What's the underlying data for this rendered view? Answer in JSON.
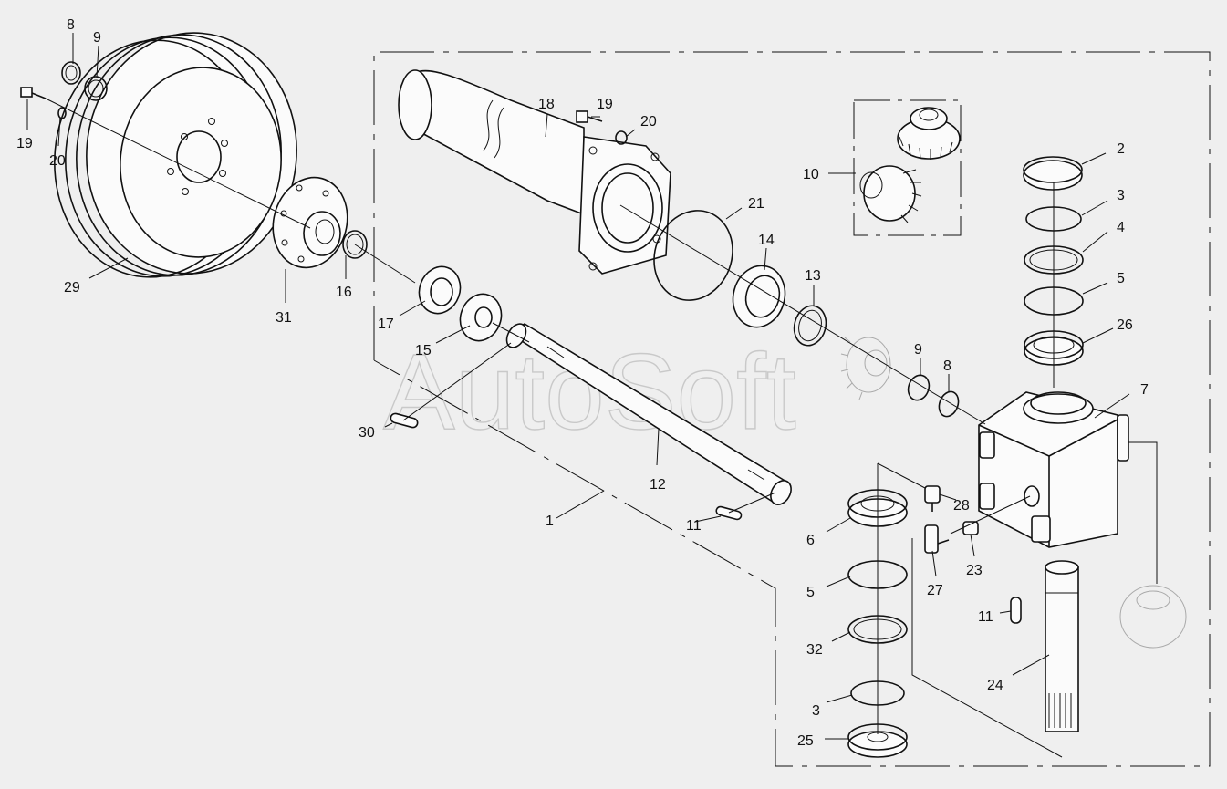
{
  "watermark": "AutoSoft",
  "callouts": {
    "c1": "1",
    "c2": "2",
    "c3a": "3",
    "c3b": "3",
    "c4": "4",
    "c5a": "5",
    "c5b": "5",
    "c6": "6",
    "c7": "7",
    "c8a": "8",
    "c8b": "8",
    "c9a": "9",
    "c9b": "9",
    "c10": "10",
    "c11a": "11",
    "c11b": "11",
    "c12": "12",
    "c13": "13",
    "c14": "14",
    "c15": "15",
    "c16": "16",
    "c17": "17",
    "c18": "18",
    "c19a": "19",
    "c19b": "19",
    "c20a": "20",
    "c20b": "20",
    "c21": "21",
    "c23": "23",
    "c24": "24",
    "c25": "25",
    "c26": "26",
    "c27": "27",
    "c28": "28",
    "c29": "29",
    "c30": "30",
    "c31": "31",
    "c32": "32"
  }
}
